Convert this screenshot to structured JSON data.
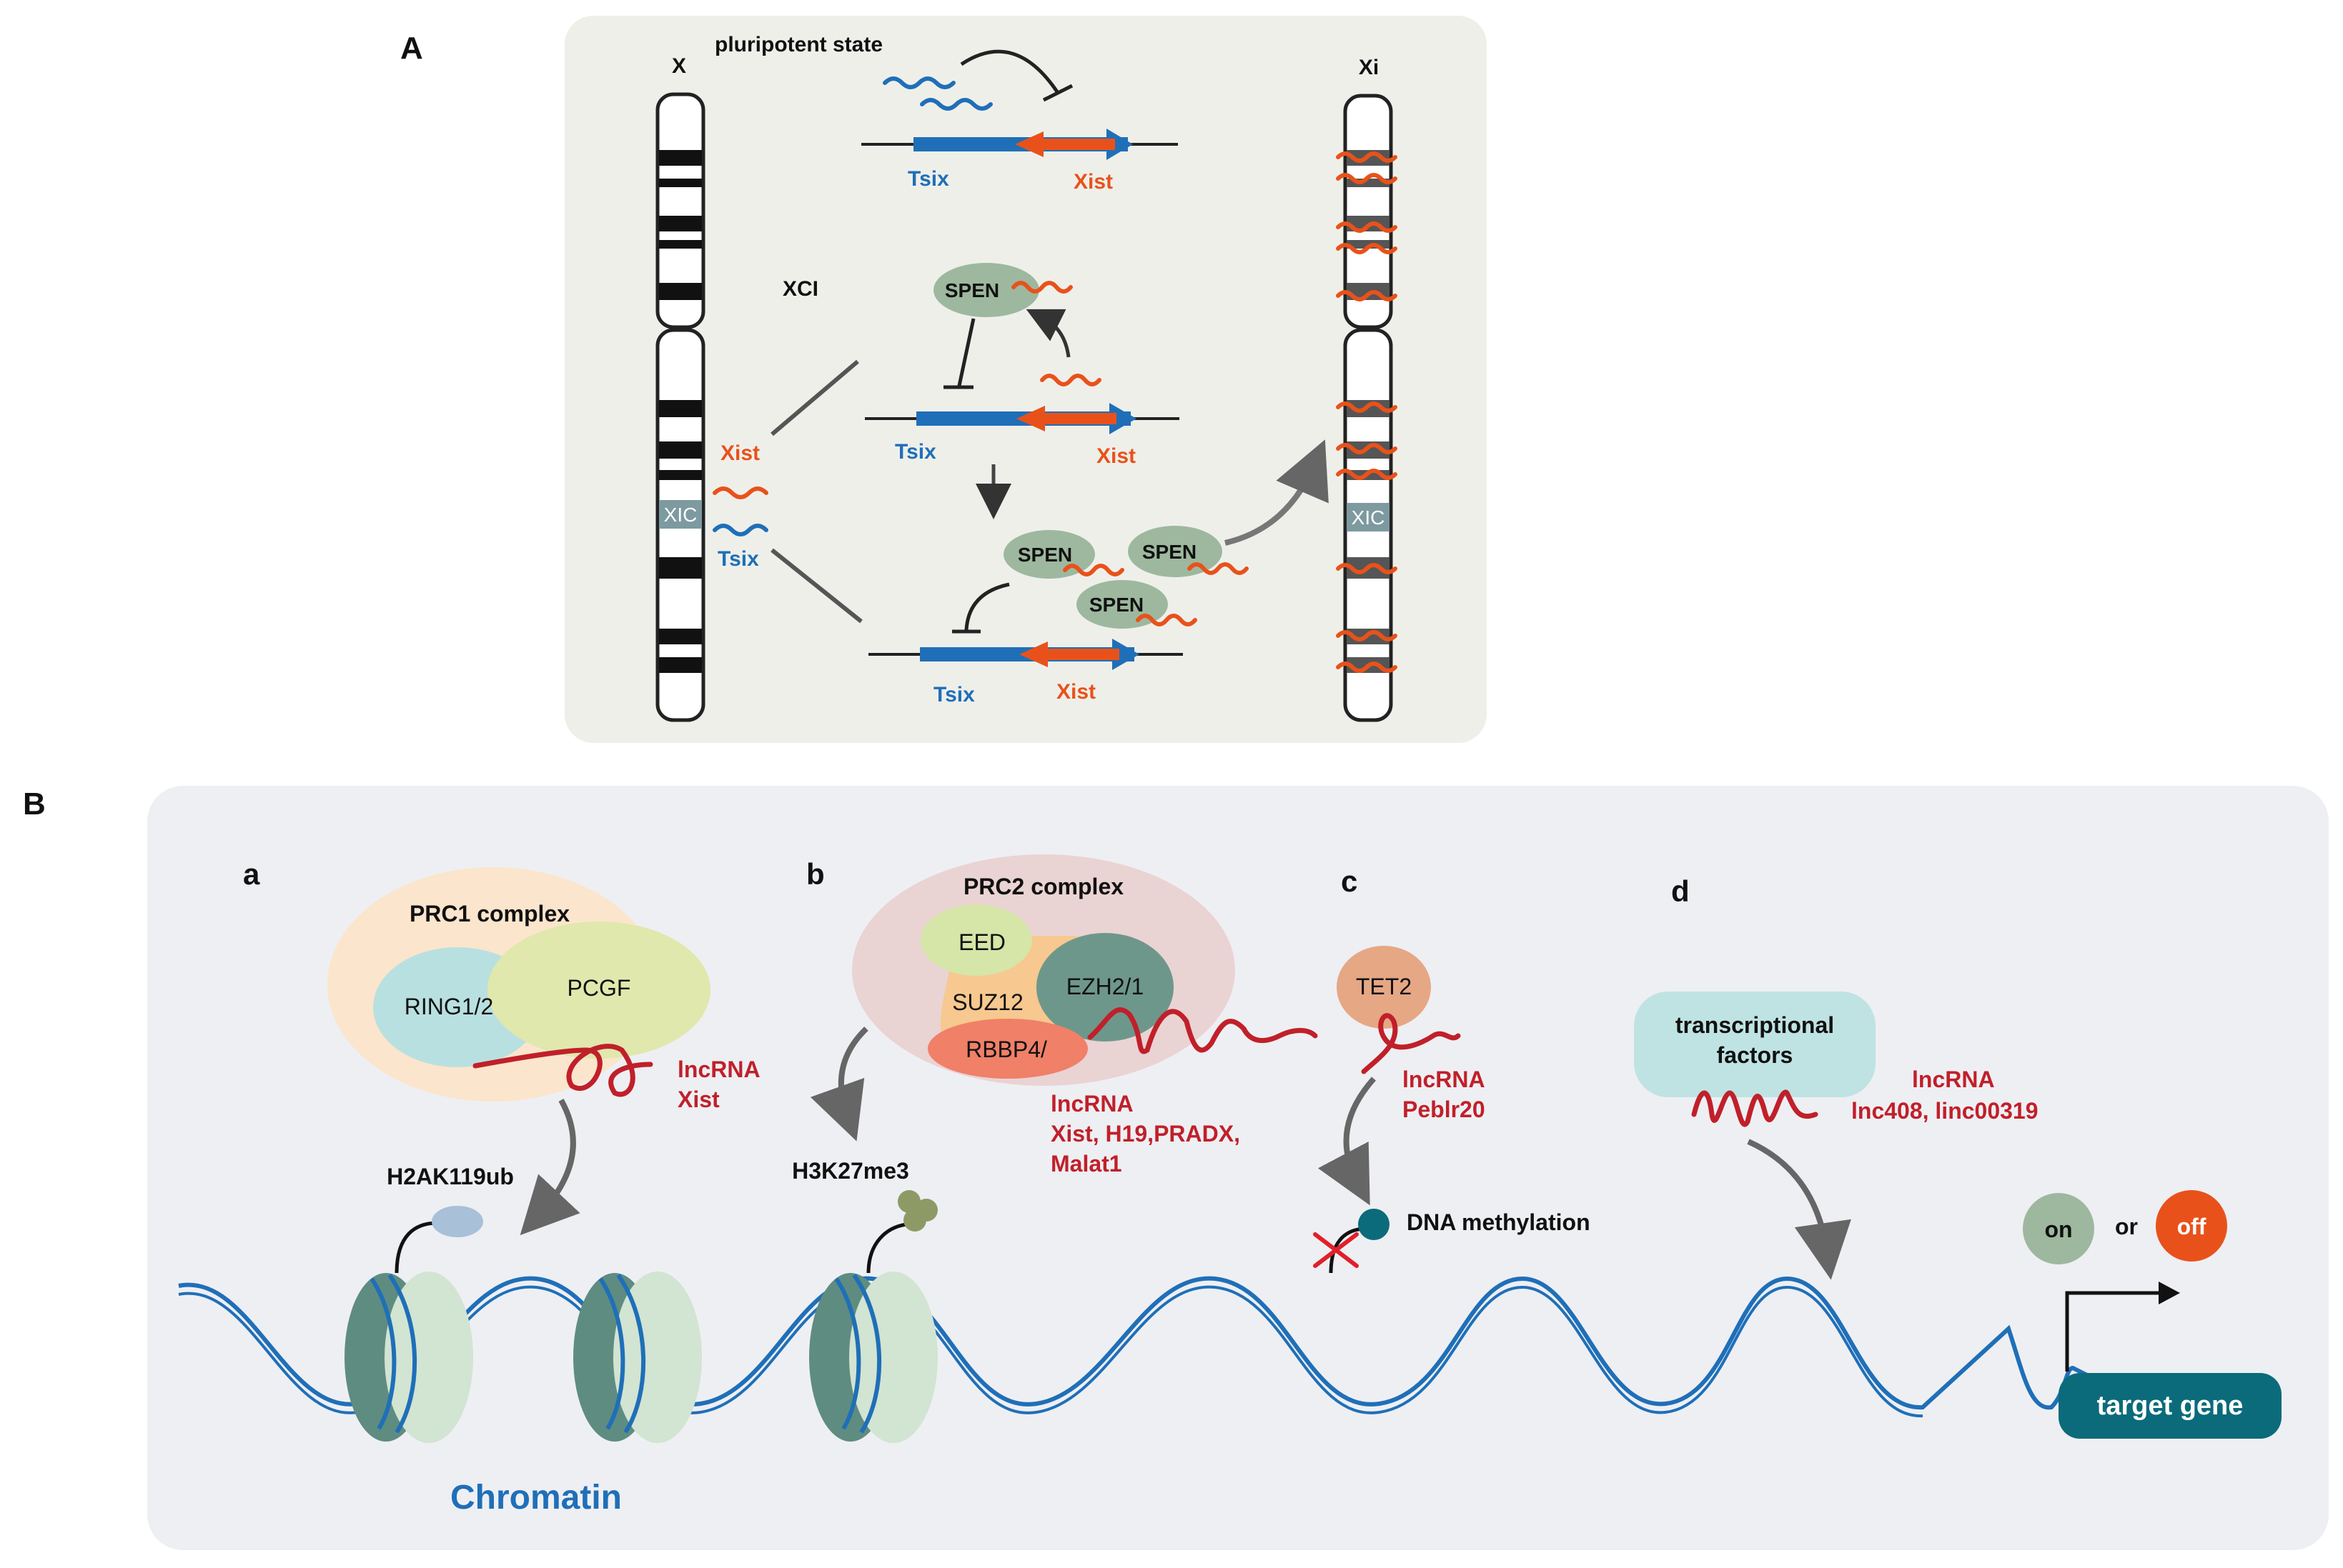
{
  "panel_a": {
    "letter": "A",
    "pluripotent_label": "pluripotent state",
    "x_label": "X",
    "xi_label": "Xi",
    "xci_label": "XCI",
    "xic_label": "XIC",
    "xist_label": "Xist",
    "tsix_label": "Tsix",
    "spen_label": "SPEN"
  },
  "panel_b": {
    "letter": "B",
    "chromatin_label": "Chromatin",
    "a": {
      "letter": "a",
      "complex": "PRC1 complex",
      "ring": "RING1/2",
      "pcgf": "PCGF",
      "lnc_line1": "lncRNA",
      "lnc_line2": "Xist",
      "mark": "H2AK119ub"
    },
    "b": {
      "letter": "b",
      "complex": "PRC2 complex",
      "eed": "EED",
      "suz": "SUZ12",
      "ezh": "EZH2/1",
      "rbbp": "RBBP4/",
      "lnc_line1": "lncRNA",
      "lnc_line2": "Xist, H19,PRADX,",
      "lnc_line3": "Malat1",
      "mark": "H3K27me3"
    },
    "c": {
      "letter": "c",
      "tet": "TET2",
      "lnc_line1": "lncRNA",
      "lnc_line2": "Peblr20",
      "mark": "DNA methylation"
    },
    "d": {
      "letter": "d",
      "tf_line1": "transcriptional",
      "tf_line2": "factors",
      "lnc_line1": "lncRNA",
      "lnc_line2": "lnc408, linc00319",
      "on": "on",
      "or": "or",
      "off": "off",
      "target": "target gene"
    }
  },
  "colors": {
    "blue": "#1f6fb8",
    "orange": "#e8521a",
    "red": "#c0202a",
    "teal": "#0b6b7a",
    "panel_bg_a": "#efefea",
    "panel_bg_b": "#eeeff3"
  }
}
